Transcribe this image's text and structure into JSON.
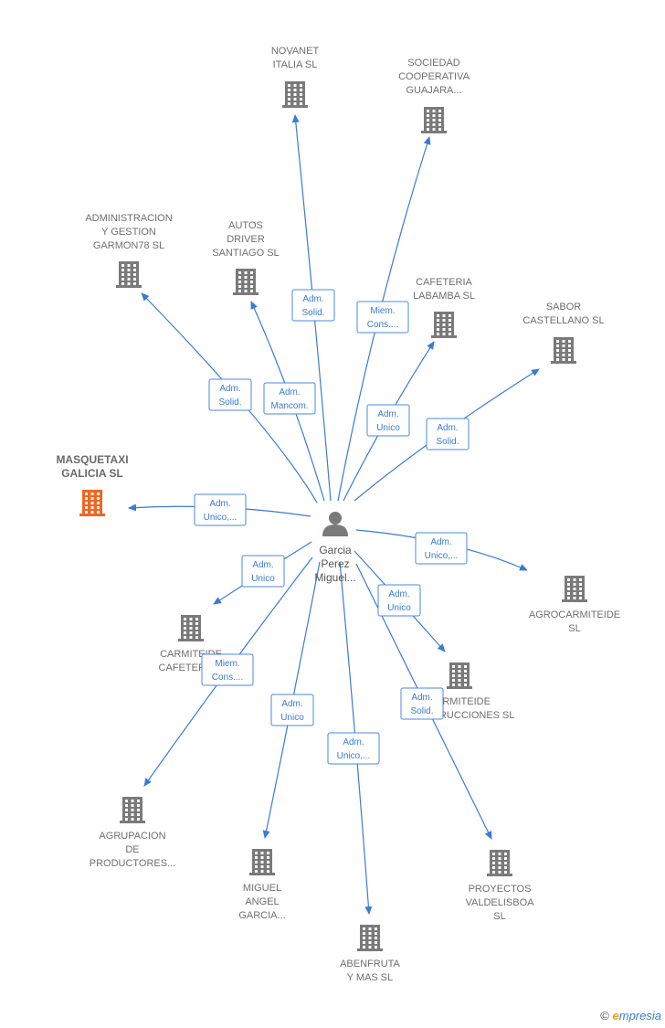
{
  "colors": {
    "edge": "#3a7bd5",
    "building": "#7a7a7a",
    "highlight": "#f26522",
    "person": "#7a7a7a"
  },
  "center": {
    "lines": [
      "Garcia",
      "Perez",
      "Miguel..."
    ]
  },
  "nodes": [
    {
      "id": "novanet",
      "lines": [
        "NOVANET",
        "ITALIA  SL"
      ]
    },
    {
      "id": "sociedad",
      "lines": [
        "SOCIEDAD",
        "COOPERATIVA",
        "GUAJARA..."
      ]
    },
    {
      "id": "administracion",
      "lines": [
        "ADMINISTRACION",
        "Y GESTION",
        "GARMON78 SL"
      ]
    },
    {
      "id": "autos",
      "lines": [
        "AUTOS",
        "DRIVER",
        "SANTIAGO  SL"
      ]
    },
    {
      "id": "cafeteria-labamba",
      "lines": [
        "CAFETERIA",
        "LABAMBA  SL"
      ]
    },
    {
      "id": "sabor",
      "lines": [
        "SABOR",
        "CASTELLANO SL"
      ]
    },
    {
      "id": "masquetaxi",
      "lines": [
        "MASQUETAXI",
        "GALICIA  SL"
      ],
      "highlight": true
    },
    {
      "id": "agrocarmiteide",
      "lines": [
        "AGROCARMITEIDE",
        "SL"
      ]
    },
    {
      "id": "carmiteide-cafeteria",
      "lines": [
        "CARMITEIDE",
        "CAFETERIA..."
      ]
    },
    {
      "id": "carmiteide-construcciones",
      "lines": [
        "CARMITEIDE",
        "CONSTRUCCIONES SL"
      ]
    },
    {
      "id": "agrupacion",
      "lines": [
        "AGRUPACION",
        "DE",
        "PRODUCTORES..."
      ]
    },
    {
      "id": "miguel-angel",
      "lines": [
        "MIGUEL",
        "ANGEL",
        "GARCIA..."
      ]
    },
    {
      "id": "abenfruta",
      "lines": [
        "ABENFRUTA",
        "Y MAS  SL"
      ]
    },
    {
      "id": "proyectos",
      "lines": [
        "PROYECTOS",
        "VALDELISBOA",
        "SL"
      ]
    }
  ],
  "edges": [
    {
      "to": "novanet",
      "label": [
        "Adm.",
        "Solid."
      ]
    },
    {
      "to": "sociedad",
      "label": [
        "Miem.",
        "Cons...."
      ]
    },
    {
      "to": "administracion",
      "label": [
        "Adm.",
        "Solid."
      ]
    },
    {
      "to": "autos",
      "label": [
        "Adm.",
        "Mancom."
      ]
    },
    {
      "to": "cafeteria-labamba",
      "label": [
        "Adm.",
        "Unico"
      ]
    },
    {
      "to": "sabor",
      "label": [
        "Adm.",
        "Solid."
      ]
    },
    {
      "to": "masquetaxi",
      "label": [
        "Adm.",
        "Unico,..."
      ]
    },
    {
      "to": "agrocarmiteide",
      "label": [
        "Adm.",
        "Unico,..."
      ]
    },
    {
      "to": "carmiteide-cafeteria",
      "label": [
        "Adm.",
        "Unico"
      ]
    },
    {
      "to": "carmiteide-construcciones",
      "label": [
        "Adm.",
        "Unico"
      ]
    },
    {
      "to": "agrupacion",
      "label": [
        "Miem.",
        "Cons...."
      ]
    },
    {
      "to": "miguel-angel",
      "label": [
        "Adm.",
        "Unico"
      ]
    },
    {
      "to": "abenfruta",
      "label": [
        "Adm.",
        "Unico,..."
      ]
    },
    {
      "to": "proyectos",
      "label": [
        "Adm.",
        "Solid."
      ]
    }
  ],
  "footer": {
    "copyright": "©",
    "brand_e": "e",
    "brand": "mpresia"
  }
}
